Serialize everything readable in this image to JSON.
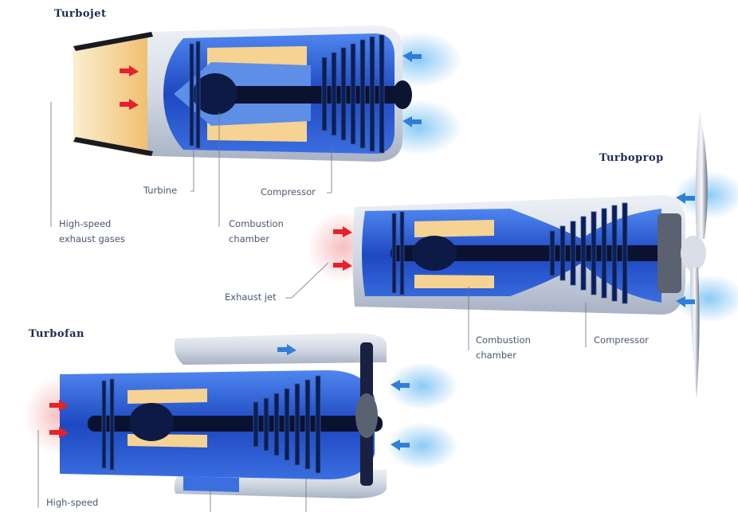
{
  "turbojet": {
    "title": "Turbojet",
    "labels": {
      "turbine": "Turbine",
      "compressor": "Compressor",
      "combustion": "Combustion chamber",
      "exhaust": "High-speed exhaust gases"
    }
  },
  "turboprop": {
    "title": "Turboprop",
    "labels": {
      "exhaust_jet": "Exhaust jet",
      "combustion": "Combustion chamber",
      "compressor": "Compressor"
    }
  },
  "turbofan": {
    "title": "Turbofan",
    "labels": {
      "exhaust": "High-speed"
    }
  },
  "colors": {
    "engine_blue": "#2a5ad8",
    "engine_dark": "#0a1e5a",
    "flame": "#f0c070",
    "arrow_red": "#e8202a",
    "arrow_blue": "#2f7fd8",
    "title_navy": "#1a2a55"
  }
}
